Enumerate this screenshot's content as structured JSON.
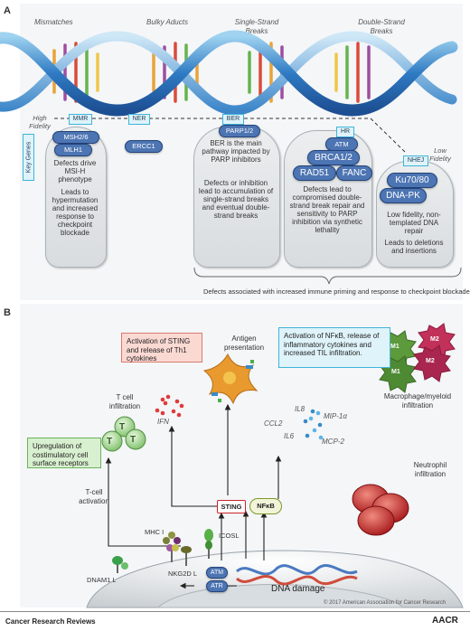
{
  "panel_a": {
    "label": "A",
    "categories": {
      "mismatches": "Mismatches",
      "bulky": "Bulky Aducts",
      "single": "Single-Strand Breaks",
      "double": "Double-Strand Breaks"
    },
    "high_fidelity": "High Fidelity",
    "low_fidelity": "Low Fidelity",
    "key_genes": "Key Genes",
    "pathways": {
      "mmr": "MMR",
      "ner": "NER",
      "ber": "BER",
      "hr": "HR",
      "nhej": "NHEJ"
    },
    "genes": {
      "msh26": "MSH2/6",
      "mlh1": "MLH1",
      "ercc1": "ERCC1",
      "parp12": "PARP1/2",
      "atm": "ATM",
      "brca12": "BRCA1/2",
      "rad51": "RAD51",
      "fanc": "FANC",
      "ku7080": "Ku70/80",
      "dnapk": "DNA-PK"
    },
    "descriptions": {
      "mmr_1": "Defects drive MSI-H phenotype",
      "mmr_2": "Leads to hypermutation and increased response to checkpoint blockade",
      "ber_1": "BER is the main pathway impacted by PARP inhibitors",
      "ber_2": "Defects or inhibition lead to accumulation of single-strand breaks and eventual double-strand breaks",
      "hr_1": "Defects lead to compromised double-strand break repair and sensitivity to PARP inhibition via synthetic lethality",
      "nhej_1": "Low fidelity, non-templated DNA repair",
      "nhej_2": "Leads to deletions and insertions"
    },
    "footer": "Defects associated with increased immune priming and response to checkpoint blockade"
  },
  "panel_b": {
    "label": "B",
    "sting_box": "Activation of STING and release of Th1 cytokines",
    "antigen": "Antigen presentation",
    "nfkb_box": "Activation of NFκB, release of inflammatory cytokines and increased TIL infiltration.",
    "tcell_infil": "T cell infiltration",
    "ifn": "IFN",
    "upreg_box": "Upregulation of costimulatory cell surface receptors",
    "cytokines": {
      "il8": "IL8",
      "mip": "MIP-1α",
      "ccl2": "CCL2",
      "il6": "IL6",
      "mcp2": "MCP-2"
    },
    "macrophage": "Macrophage/myeloid infiltration",
    "neutrophil": "Neutrophil infiltration",
    "tcell_act": "T-cell activation",
    "mhc": "MHC I",
    "icosl": "ICOSL",
    "nkg2d": "NKG2D L",
    "dnam1": "DNAM1 L",
    "sting": "STING",
    "nfkb": "NFκB",
    "atm": "ATM",
    "atr": "ATR",
    "dna_damage": "DNA damage",
    "t_letter": "T",
    "m1": "M1",
    "m2": "M2"
  },
  "copyright": "© 2017 American Association for Cancer Research",
  "footer_left": "Cancer Research Reviews",
  "footer_right": "AACR",
  "colors": {
    "panel_bg": "#f4f6f8",
    "gene_blue": "#4d75b3",
    "tag_fill": "#dff3fa",
    "sting_red": "#c8242b",
    "green_box": "#d9f0d0",
    "pink_box": "#fbd9d3",
    "blue_box": "#dff3fa"
  }
}
